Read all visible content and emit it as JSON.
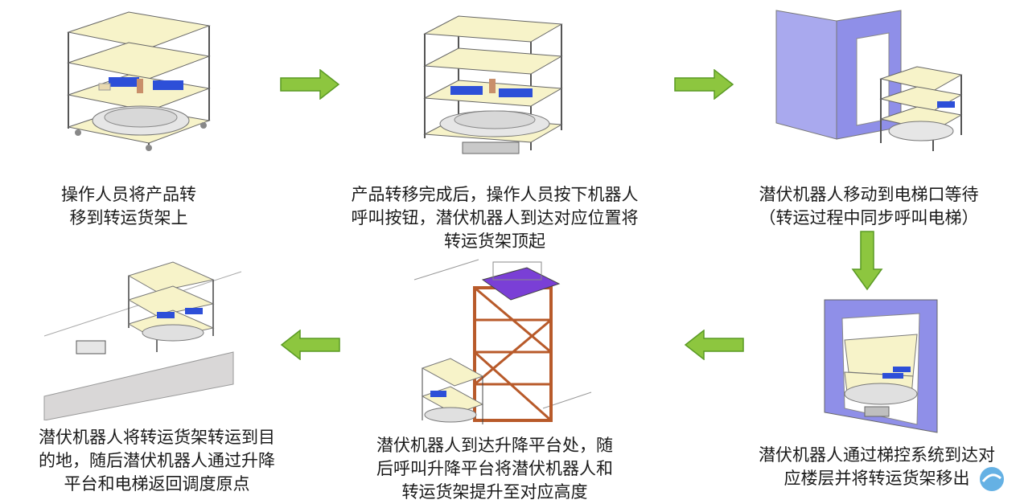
{
  "steps": [
    {
      "lines": [
        "操作人员将产品转",
        "移到转运货架上"
      ]
    },
    {
      "lines": [
        "产品转移完成后，操作人员按下机器人",
        "呼叫按钮，潜伏机器人到达对应位置将",
        "转运货架顶起"
      ]
    },
    {
      "lines": [
        "潜伏机器人移动到电梯口等待",
        "（转运过程中同步呼叫电梯）"
      ]
    },
    {
      "lines": [
        "潜伏机器人通过梯控系统到达对",
        "应楼层并将转运货架移出"
      ]
    },
    {
      "lines": [
        "潜伏机器人到达升降平台处，随",
        "后呼叫升降平台将潜伏机器人和",
        "转运货架提升至对应高度"
      ]
    },
    {
      "lines": [
        "潜伏机器人将转运货架转运到目",
        "的地，随后潜伏机器人通过升降",
        "平台和电梯返回调度原点"
      ]
    }
  ],
  "colors": {
    "arrow": "#8dc63f",
    "arrow_stroke": "#5a9a24",
    "shelf": "#f7f3c9",
    "frame": "#555555",
    "elevator": "#8f8fe8",
    "tower": "#7a3fd6"
  }
}
